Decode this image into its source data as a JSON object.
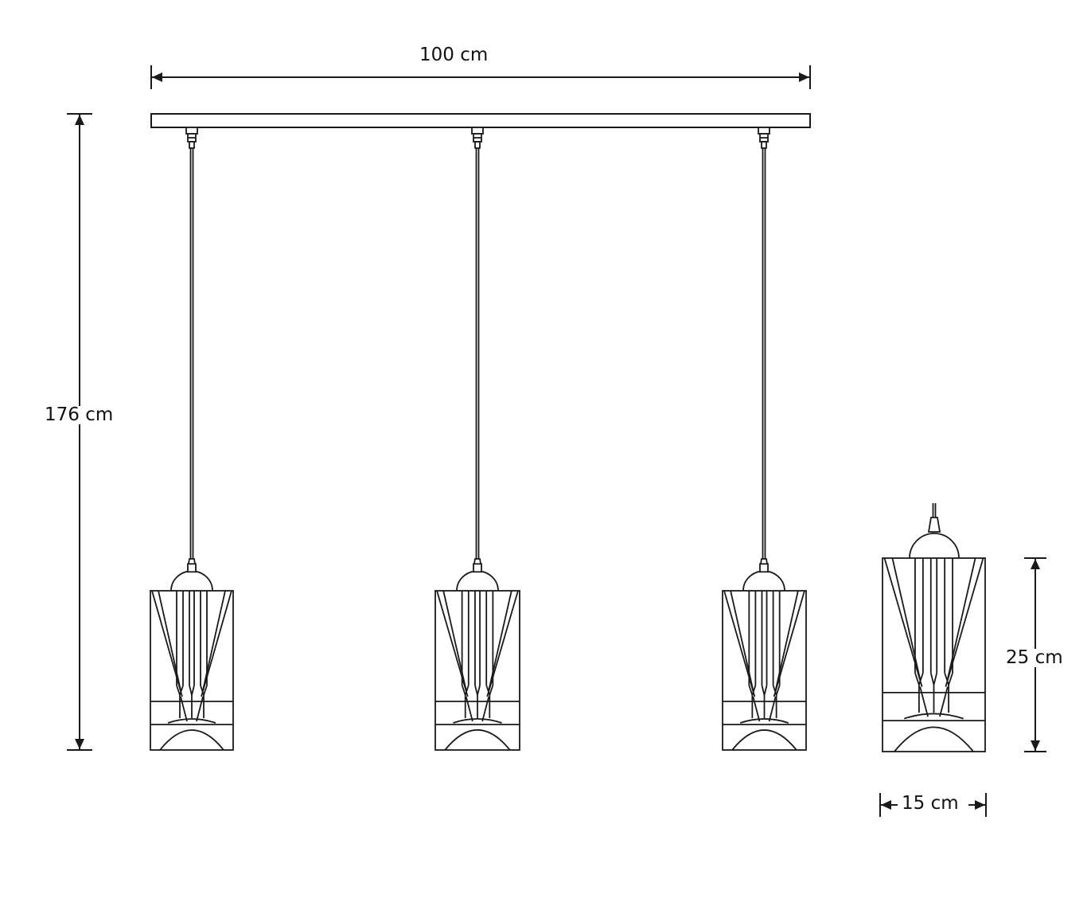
{
  "dimensions": {
    "total_width": "100 cm",
    "total_height": "176 cm",
    "shade_height": "25 cm",
    "shade_width": "15 cm"
  },
  "colors": {
    "line": "#1a1a1a",
    "background": "#ffffff"
  },
  "pendant_count": 3
}
